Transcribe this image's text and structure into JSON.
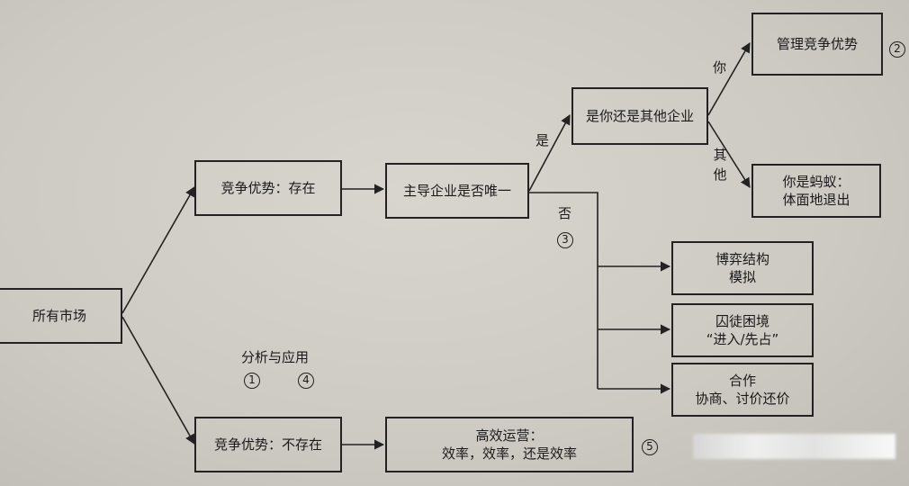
{
  "nodes": {
    "all_markets": "所有市场",
    "advantage_exists": "竞争优势：存在",
    "advantage_not_exists": "竞争优势：不存在",
    "dominant_unique": "主导企业是否唯一",
    "you_or_other": "是你还是其他企业",
    "manage_advantage": "管理竞争优势",
    "you_are_ant": [
      "你是蚂蚁：",
      "体面地退出"
    ],
    "game_simulation": [
      "博弈结构",
      "模拟"
    ],
    "prisoners_dilemma": [
      "囚徒困境",
      "“进入/先占”"
    ],
    "cooperation": [
      "合作",
      "协商、讨价还价"
    ],
    "efficient_operation": [
      "高效运营：",
      "效率，效率，还是效率"
    ]
  },
  "labels": {
    "yes": "是",
    "no": "否",
    "you": "你",
    "other": [
      "其",
      "他"
    ],
    "analysis_application": "分析与应用"
  },
  "markers": {
    "m1": "1",
    "m2": "2",
    "m3": "3",
    "m4": "4",
    "m5": "5"
  },
  "colors": {
    "ink": "#222222",
    "paper": "#d8d5ce"
  }
}
